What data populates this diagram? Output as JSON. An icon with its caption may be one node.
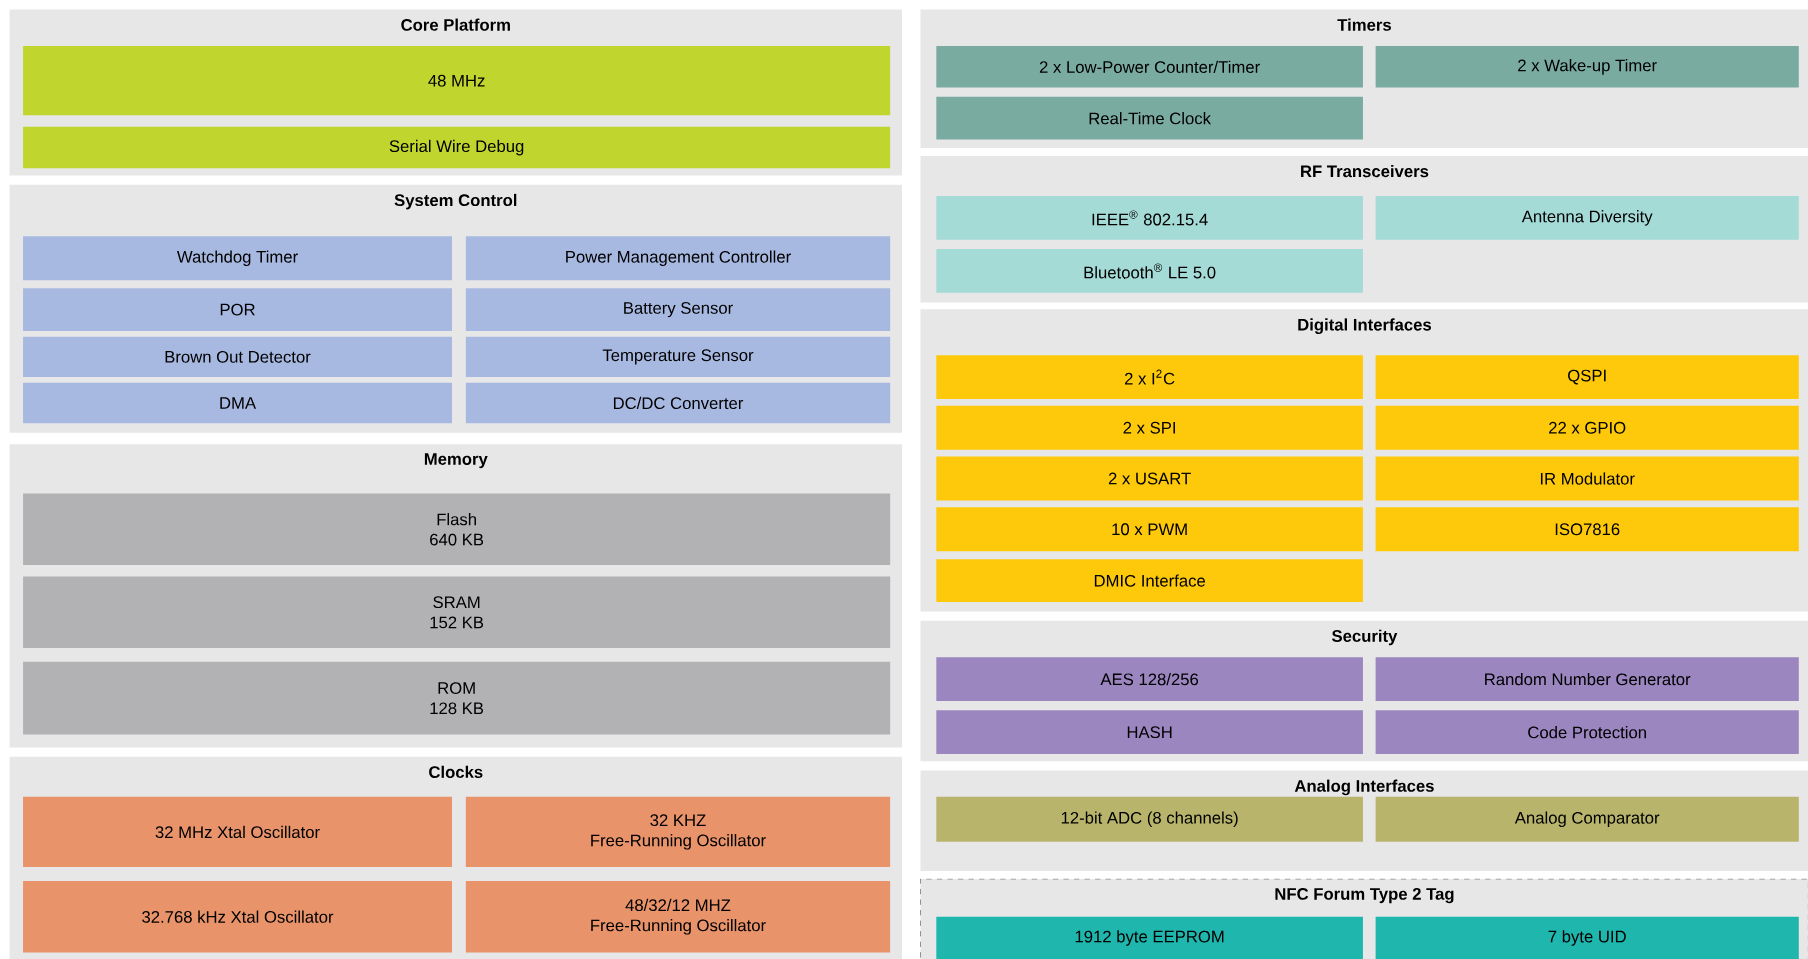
{
  "diagram": {
    "nodes": [
      {
        "text": [
          "Core Platform"
        ]
      },
      {
        "text": [
          "48 MHz"
        ],
        "in": 0
      },
      {
        "text": [
          "Serial Wire Debug"
        ],
        "in": 0
      },
      {
        "text": [
          "System Control"
        ]
      },
      {
        "text": [
          "Watchdog Timer"
        ],
        "in": 3
      },
      {
        "text": [
          "Power Management Controller"
        ],
        "in": 3
      },
      {
        "text": [
          "POR"
        ],
        "in": 3
      },
      {
        "text": [
          "Battery Sensor"
        ],
        "in": 3
      },
      {
        "text": [
          "Brown Out Detector"
        ],
        "in": 3
      },
      {
        "text": [
          "Temperature Sensor"
        ],
        "in": 3
      },
      {
        "text": [
          "DMA"
        ],
        "in": 3
      },
      {
        "text": [
          "DC/DC Converter"
        ],
        "in": 3
      },
      {
        "text": [
          "Memory"
        ]
      },
      {
        "text": [
          "Flash",
          "640 KB"
        ],
        "in": 12
      },
      {
        "text": [
          "SRAM",
          "152 KB"
        ],
        "in": 12
      },
      {
        "text": [
          "ROM",
          "128 KB"
        ],
        "in": 12
      },
      {
        "text": [
          "Clocks"
        ]
      },
      {
        "text": [
          "32 MHz Xtal Oscillator"
        ],
        "in": 16
      },
      {
        "text": [
          "32 KHZ",
          "Free-Running Oscillator"
        ],
        "in": 16
      },
      {
        "text": [
          "32.768 kHz Xtal Oscillator"
        ],
        "in": 16
      },
      {
        "text": [
          "48/32/12 MHZ",
          "Free-Running Oscillator"
        ],
        "in": 16
      },
      {
        "text": [
          "Timers"
        ]
      },
      {
        "text": [
          "2 x Low-Power Counter/Timer"
        ],
        "in": 21
      },
      {
        "text": [
          "2 x Wake-up Timer"
        ],
        "in": 21
      },
      {
        "text": [
          "Real-Time Clock"
        ],
        "in": 21
      },
      {
        "text": [
          "RF Transceivers"
        ]
      },
      {
        "text": [
          "IEEE$^{®}$ 802.15.4"
        ],
        "in": 25
      },
      {
        "text": [
          "Antenna Diversity"
        ],
        "in": 25
      },
      {
        "text": [
          "Bluetooth$^{®}$ LE 5.0"
        ],
        "in": 25
      },
      {
        "text": [
          "Digital Interfaces"
        ]
      },
      {
        "text": [
          "2 x I$^{2}$C"
        ],
        "in": 29
      },
      {
        "text": [
          "QSPI"
        ],
        "in": 29
      },
      {
        "text": [
          "2 x SPI"
        ],
        "in": 29
      },
      {
        "text": [
          "22 x GPIO"
        ],
        "in": 29
      },
      {
        "text": [
          "2 x USART"
        ],
        "in": 29
      },
      {
        "text": [
          "IR Modulator"
        ],
        "in": 29
      },
      {
        "text": [
          "10 x PWM"
        ],
        "in": 29
      },
      {
        "text": [
          "ISO7816"
        ],
        "in": 29
      },
      {
        "text": [
          "DMIC Interface"
        ],
        "in": 29
      },
      {
        "text": [
          "Security"
        ]
      },
      {
        "text": [
          "AES 128/256"
        ],
        "in": 39
      },
      {
        "text": [
          "Random Number Generator"
        ],
        "in": 39
      },
      {
        "text": [
          "HASH"
        ],
        "in": 39
      },
      {
        "text": [
          "Code Protection"
        ],
        "in": 39
      },
      {
        "text": [
          "Analog Interfaces"
        ]
      },
      {
        "text": [
          "12-bit ADC (8 channels)"
        ],
        "in": 44
      },
      {
        "text": [
          "Analog Comparator"
        ],
        "in": 44
      },
      {
        "text": [
          "NFC Forum Type 2 Tag"
        ]
      },
      {
        "text": [
          "1912 byte EEPROM"
        ],
        "in": 47
      },
      {
        "text": [
          "7 byte UID"
        ],
        "in": 47
      }
    ]
  }
}
